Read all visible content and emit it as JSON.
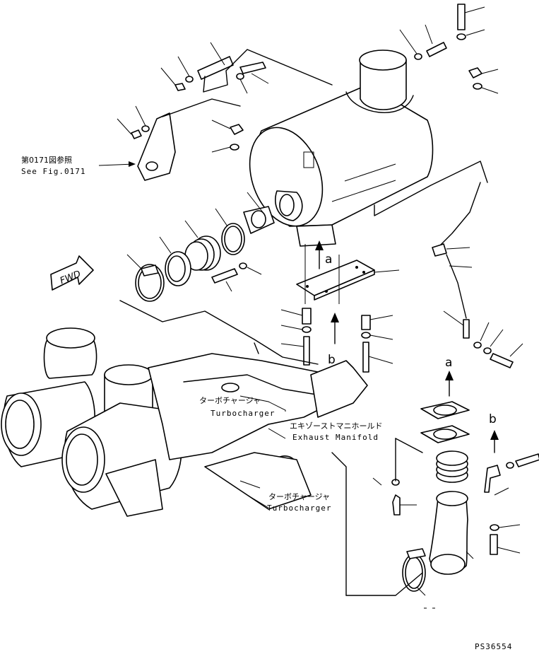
{
  "labels": {
    "ref_jp": "第0171図参照",
    "ref_en": "See Fig.0171",
    "turbo1_jp": "ターボチャージャ",
    "turbo1_en": "Turbocharger",
    "manifold_jp": "エキゾーストマニホールド",
    "manifold_en": "Exhaust Manifold",
    "turbo2_jp": "ターボチャージャ",
    "turbo2_en": "Turbocharger",
    "fwd": "FWD",
    "marker_a_1": "a",
    "marker_a_2": "a",
    "marker_b_1": "b",
    "marker_b_2": "b",
    "drawing_no": "PS36554"
  }
}
